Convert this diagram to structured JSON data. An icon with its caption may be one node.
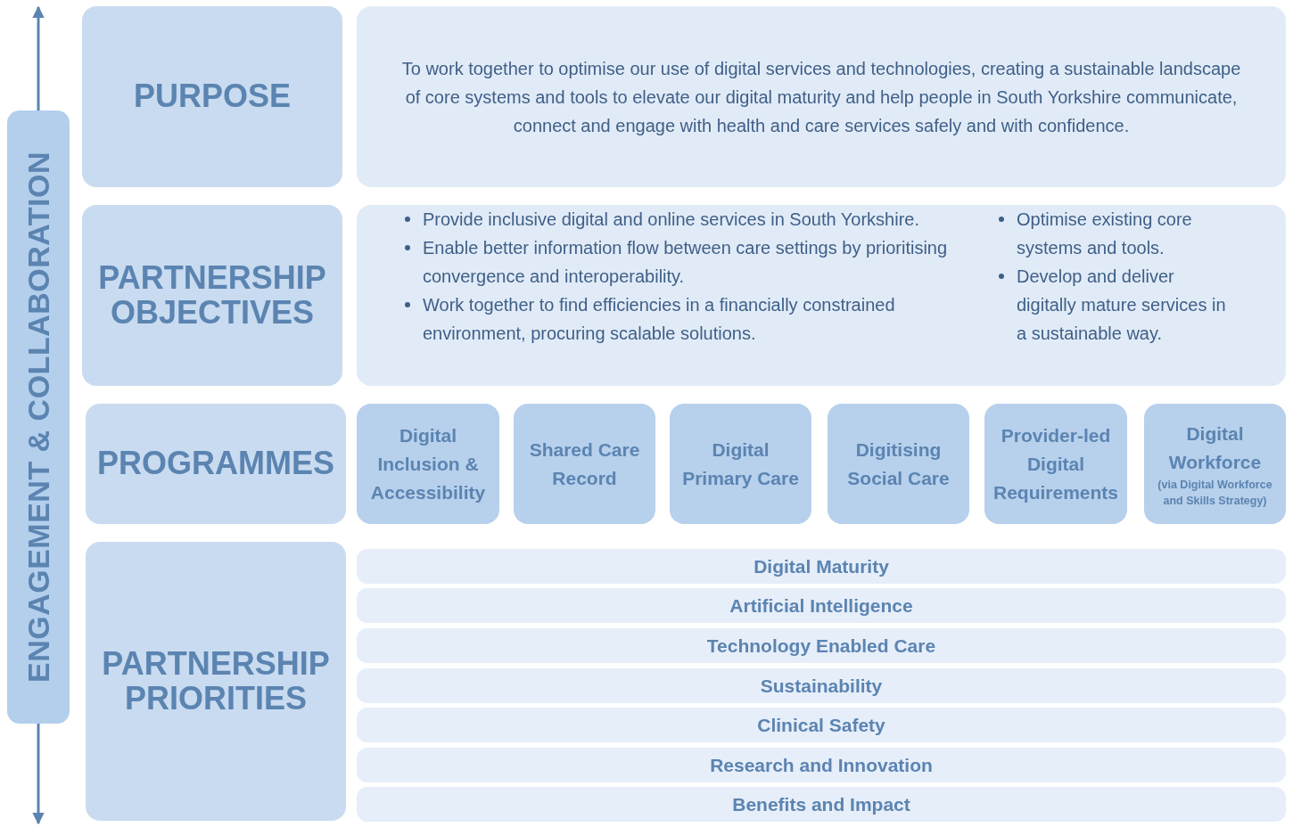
{
  "diagram": {
    "nodes": [
      {
        "text": [
          "ENGAGEMENT & COLLABORATION"
        ]
      },
      {
        "text": [
          "PURPOSE"
        ]
      },
      {
        "text": [
          "To work together to optimise our use of digital services and technologies, creating a sustainable landscape of core systems and tools to elevate our digital maturity and help people in South Yorkshire communicate, connect and engage with health and care services safely and with confidence."
        ]
      },
      {
        "text": [
          "PARTNERSHIP OBJECTIVES"
        ]
      },
      {
        "text": [
          "Provide inclusive digital and online services in South Yorkshire.",
          "Enable better information flow between care settings by prioritising convergence and interoperability.",
          "Work together to find efficiencies in a financially constrained environment, procuring scalable solutions.",
          "Optimise existing core systems and tools.",
          "Develop and deliver digitally mature services in a sustainable way."
        ]
      },
      {
        "text": [
          "PROGRAMMES"
        ]
      },
      {
        "text": [
          "Digital Inclusion & Accessibility"
        ]
      },
      {
        "text": [
          "Shared Care Record"
        ]
      },
      {
        "text": [
          "Digital Primary Care"
        ]
      },
      {
        "text": [
          "Digitising Social Care"
        ]
      },
      {
        "text": [
          "Provider-led Digital Requirements"
        ]
      },
      {
        "text": [
          "Digital Workforce",
          "(via Digital Workforce and Skills Strategy)"
        ]
      },
      {
        "text": [
          "PARTNERSHIP PRIORITIES"
        ]
      },
      {
        "text": [
          "Digital Maturity"
        ]
      },
      {
        "text": [
          "Artificial Intelligence"
        ]
      },
      {
        "text": [
          "Technology Enabled Care"
        ]
      },
      {
        "text": [
          "Sustainability"
        ]
      },
      {
        "text": [
          "Clinical Safety"
        ]
      },
      {
        "text": [
          "Research and Innovation"
        ]
      },
      {
        "text": [
          "Benefits and Impact"
        ]
      }
    ]
  }
}
